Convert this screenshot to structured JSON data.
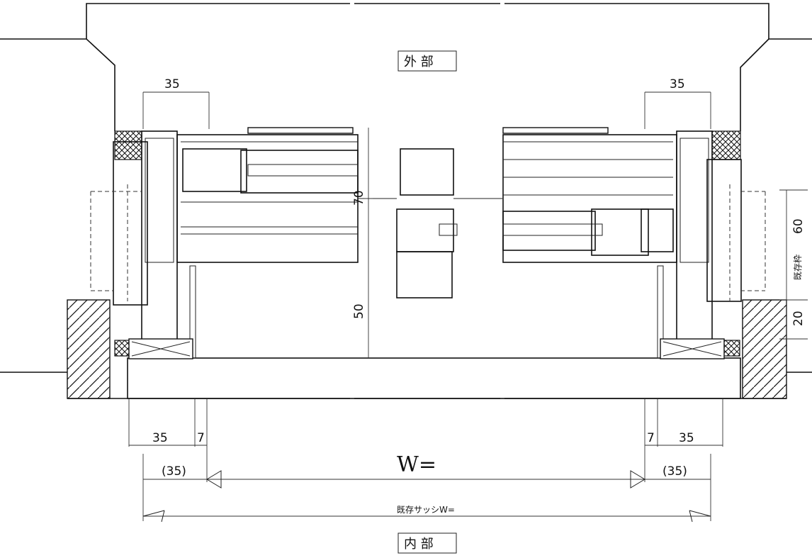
{
  "labels": {
    "exterior": "外 部",
    "interior": "内 部",
    "width_w": "W=",
    "existing_sash_w": "既存サッシW=",
    "existing_frame": "既存枠"
  },
  "dimensions": {
    "top_left_35": "35",
    "top_right_35": "35",
    "bottom_left_35": "35",
    "bottom_left_7": "7",
    "bottom_right_7": "7",
    "bottom_right_35": "35",
    "paren_left_35": "(35)",
    "paren_right_35": "(35)",
    "center_70": "70",
    "center_50": "50",
    "right_60": "60",
    "right_20": "20"
  }
}
